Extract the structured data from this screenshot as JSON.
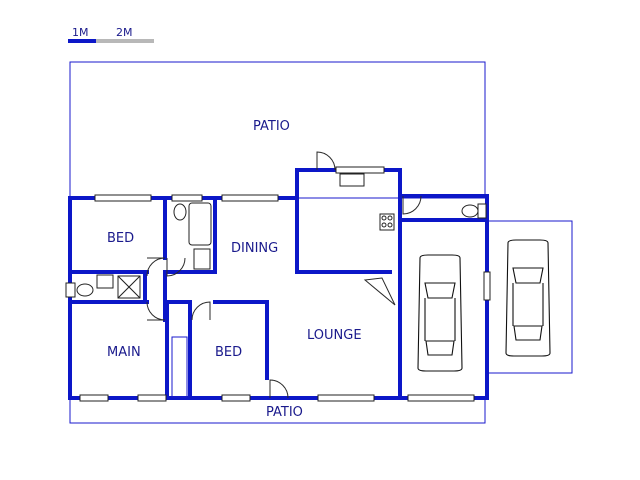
{
  "scale_bar": {
    "label_1": "1M",
    "label_2": "2M"
  },
  "rooms": {
    "patio_top": "PATIO",
    "bed_1": "BED",
    "dining": "DINING",
    "main": "MAIN",
    "bed_2": "BED",
    "lounge": "LOUNGE",
    "patio_bottom": "PATIO"
  },
  "colors": {
    "wall": "#0c17c8",
    "outline": "#1a1acc",
    "scale_dark": "#0c17c8",
    "scale_light": "#b8b8b8"
  }
}
